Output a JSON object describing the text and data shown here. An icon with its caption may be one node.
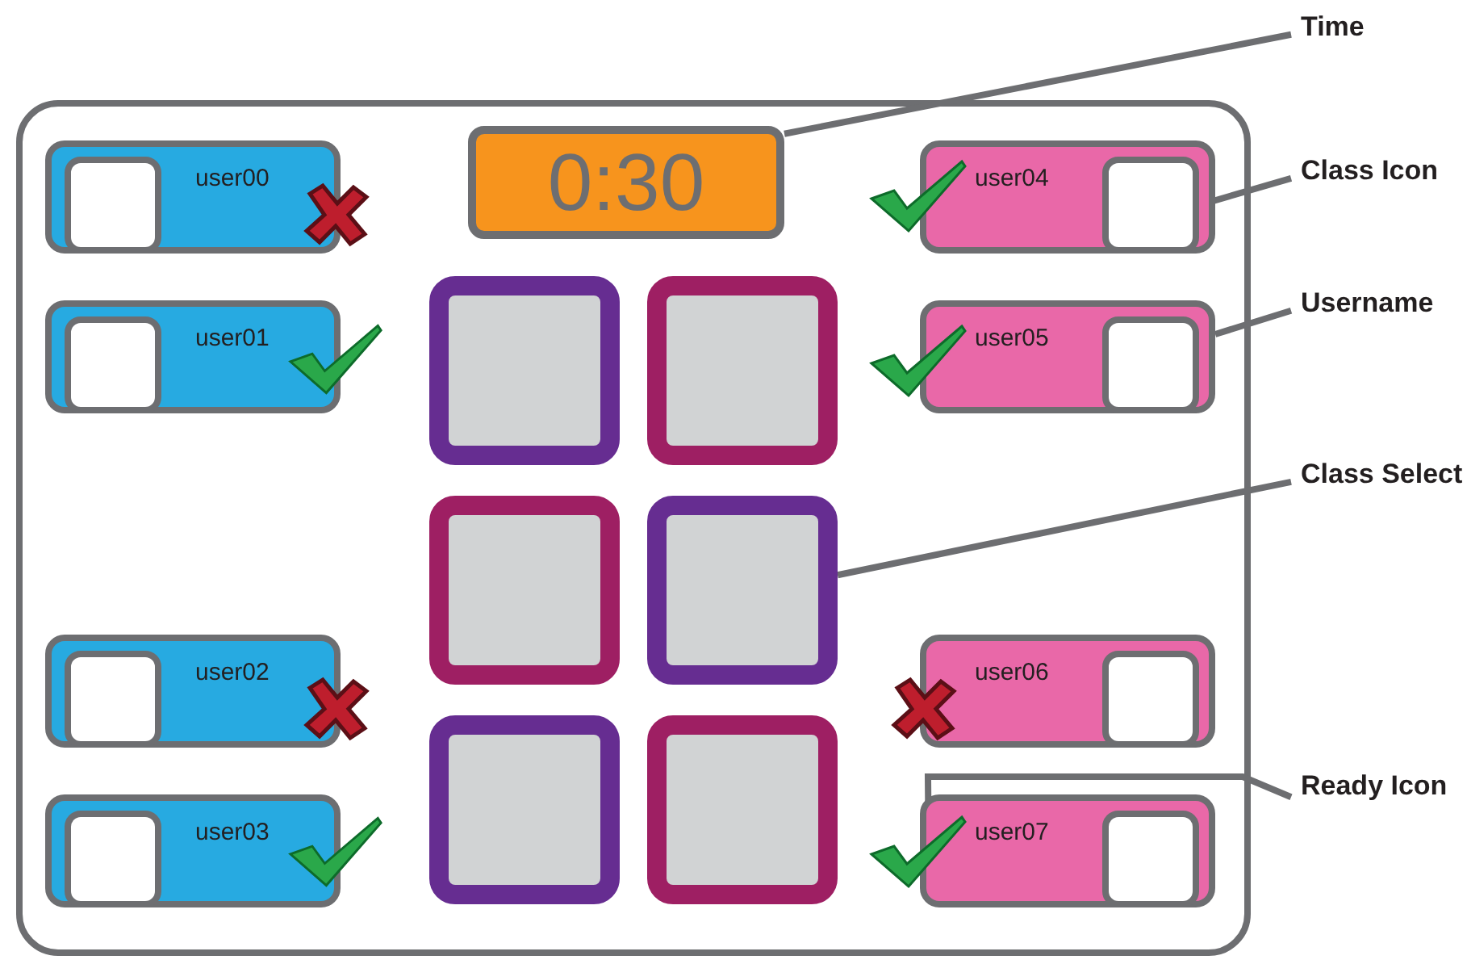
{
  "diagram": {
    "nodes": [
      {
        "text": [],
        "shape": "box"
      },
      {
        "text": [
          "user00"
        ],
        "in": 0
      },
      {
        "text": [],
        "shape": "box",
        "in": 1
      },
      {
        "text": [],
        "shape": "cross",
        "in": 0
      },
      {
        "text": [
          "0:30"
        ],
        "in": 0
      },
      {
        "text": [],
        "shape": "check",
        "in": 0
      },
      {
        "text": [
          "user04"
        ],
        "in": 0
      },
      {
        "text": [],
        "shape": "box",
        "in": 6
      },
      {
        "text": [
          "user01"
        ],
        "in": 0
      },
      {
        "text": [],
        "shape": "box",
        "in": 8
      },
      {
        "text": [],
        "shape": "check",
        "in": 0
      },
      {
        "text": [],
        "shape": "box",
        "in": 0
      },
      {
        "text": [],
        "shape": "box",
        "in": 0
      },
      {
        "text": [],
        "shape": "check",
        "in": 0
      },
      {
        "text": [
          "user05"
        ],
        "in": 0
      },
      {
        "text": [],
        "shape": "box",
        "in": 14
      },
      {
        "text": [],
        "shape": "box",
        "in": 0
      },
      {
        "text": [],
        "shape": "box",
        "in": 0
      },
      {
        "text": [
          "user02"
        ],
        "in": 0
      },
      {
        "text": [],
        "shape": "box",
        "in": 18
      },
      {
        "text": [],
        "shape": "cross",
        "in": 0
      },
      {
        "text": [],
        "shape": "cross",
        "in": 0
      },
      {
        "text": [
          "user06"
        ],
        "in": 0
      },
      {
        "text": [],
        "shape": "box",
        "in": 22
      },
      {
        "text": [],
        "shape": "box",
        "in": 0
      },
      {
        "text": [],
        "shape": "box",
        "in": 0
      },
      {
        "text": [
          "user03"
        ],
        "in": 0
      },
      {
        "text": [],
        "shape": "box",
        "in": 26
      },
      {
        "text": [],
        "shape": "check",
        "in": 0
      },
      {
        "text": [],
        "shape": "check",
        "in": 0
      },
      {
        "text": [
          "user07"
        ],
        "in": 0
      },
      {
        "text": [],
        "shape": "box",
        "in": 30
      },
      {
        "text": [
          "Time"
        ]
      },
      {
        "text": [
          "Class Icon"
        ]
      },
      {
        "text": [
          "Username"
        ]
      },
      {
        "text": [
          "Class Select"
        ]
      },
      {
        "text": [
          "Ready Icon"
        ]
      }
    ],
    "edges": [
      {
        "from": 32,
        "to": 4,
        "arrow": "none"
      },
      {
        "from": 33,
        "to": 7,
        "arrow": "none"
      },
      {
        "from": 34,
        "to": 14,
        "arrow": "none"
      },
      {
        "from": 35,
        "to": 17,
        "arrow": "none"
      },
      {
        "from": 36,
        "to": 29,
        "arrow": "none"
      }
    ]
  }
}
